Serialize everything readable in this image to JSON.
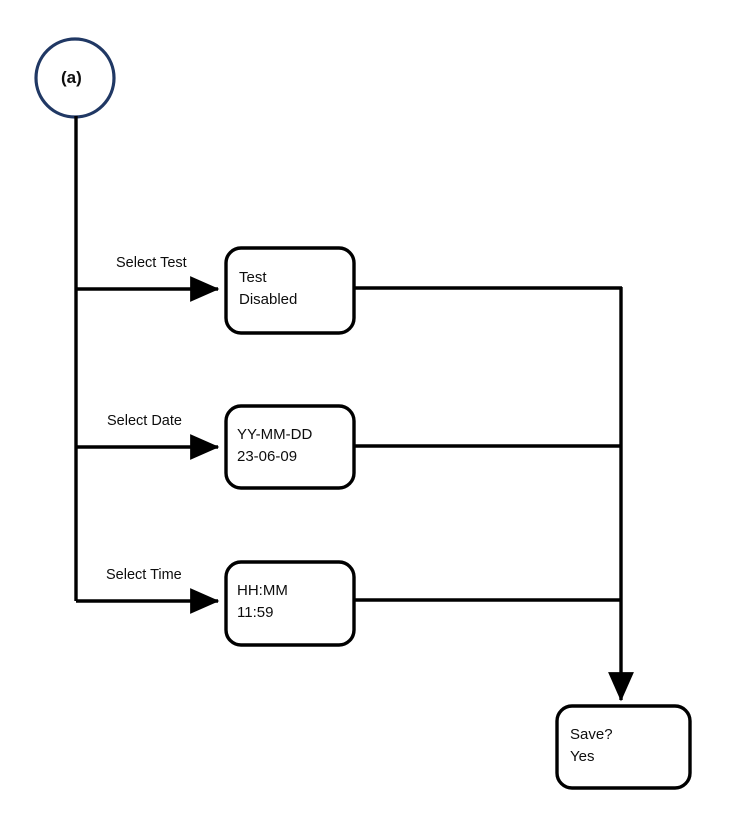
{
  "diagram": {
    "title": "(a)",
    "type": "flowchart",
    "colors": {
      "start_node_stroke": "#203864",
      "edge": "#000000",
      "node_stroke": "#000000",
      "node_fill": "#ffffff",
      "text": "#0d0d0d",
      "background": "#ffffff"
    },
    "start_node": {
      "label": "(a)",
      "shape": "circle"
    },
    "branches": [
      {
        "edge_label": "Select Test",
        "node": {
          "line1": "Test",
          "line2": "Disabled"
        }
      },
      {
        "edge_label": "Select Date",
        "node": {
          "line1": "YY-MM-DD",
          "line2": "23-06-09"
        }
      },
      {
        "edge_label": "Select Time",
        "node": {
          "line1": "HH:MM",
          "line2": "11:59"
        }
      }
    ],
    "terminal_node": {
      "line1": "Save?",
      "line2": "Yes"
    }
  }
}
